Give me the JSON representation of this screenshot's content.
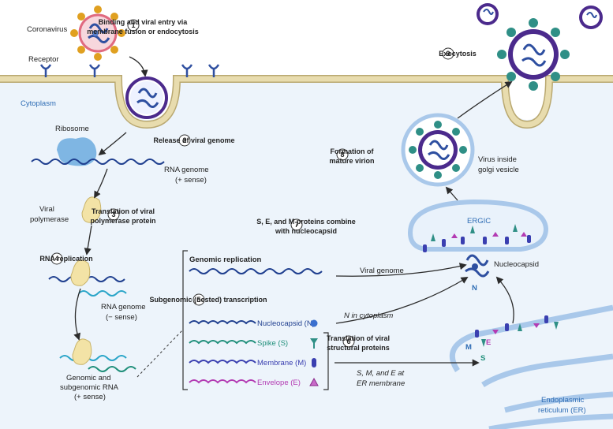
{
  "labels": {
    "coronavirus": "Coronavirus",
    "receptor": "Receptor",
    "cytoplasm": "Cytoplasm",
    "ribosome": "Ribosome",
    "rna_genome_plus": "RNA genome",
    "rna_genome_plus_sense": "(+ sense)",
    "viral_polymerase_1": "Viral",
    "viral_polymerase_2": "polymerase",
    "rna_genome_minus": "RNA genome",
    "rna_genome_minus_sense": "(− sense)",
    "genomic_sub_1": "Genomic and",
    "genomic_sub_2": "subgenomic RNA",
    "genomic_sub_3": "(+ sense)",
    "genomic_replication": "Genomic replication",
    "viral_genome": "Viral genome",
    "n_in_cytoplasm": "N in cytoplasm",
    "sme_1": "S, M, and E at",
    "sme_2": "ER membrane",
    "nucleocapsid": "Nucleocapsid",
    "n_letter": "N",
    "ergic": "ERGIC",
    "virus_golgi_1": "Virus inside",
    "virus_golgi_2": "golgi vesicle",
    "er_1": "Endoplasmic",
    "er_2": "reticulum (ER)",
    "m_letter": "M",
    "e_letter": "E",
    "s_letter": "S"
  },
  "steps": [
    {
      "num": "1",
      "line1": "Binding and viral entry via",
      "line2": "membrane fusion or endocytosis"
    },
    {
      "num": "2",
      "line1": "Release of viral genome",
      "line2": ""
    },
    {
      "num": "3",
      "line1": "Translation of viral",
      "line2": "polymerase protein"
    },
    {
      "num": "4",
      "line1": "RNA replication",
      "line2": ""
    },
    {
      "num": "5",
      "line1": "Subgenomic (nested) transcription",
      "line2": ""
    },
    {
      "num": "6",
      "line1": "Translation of viral",
      "line2": "structural proteins"
    },
    {
      "num": "7",
      "line1": "S, E, and M proteins combine",
      "line2": "with nucleocapsid"
    },
    {
      "num": "8",
      "line1": "Formation of",
      "line2": "mature virion"
    },
    {
      "num": "9",
      "line1": "Exocytosis",
      "line2": ""
    }
  ],
  "transcripts": [
    {
      "label": "Nucleocapsid (N)",
      "color": "#1f3f8f"
    },
    {
      "label": "Spike (S)",
      "color": "#1f8f7a"
    },
    {
      "label": "Membrane (M)",
      "color": "#3a3fb0"
    },
    {
      "label": "Envelope (E)",
      "color": "#b33bb3"
    }
  ],
  "colors": {
    "membrane": "#e8dcae",
    "membrane_edge": "#b9a870",
    "cytoplasm_bg": "#edf4fb",
    "er_blue": "#a9c8ea",
    "spike_teal": "#2f8f86",
    "virus_purple": "#4b2a8c",
    "polymerase": "#f3e3a6",
    "ribosome": "#7fb6e3"
  }
}
